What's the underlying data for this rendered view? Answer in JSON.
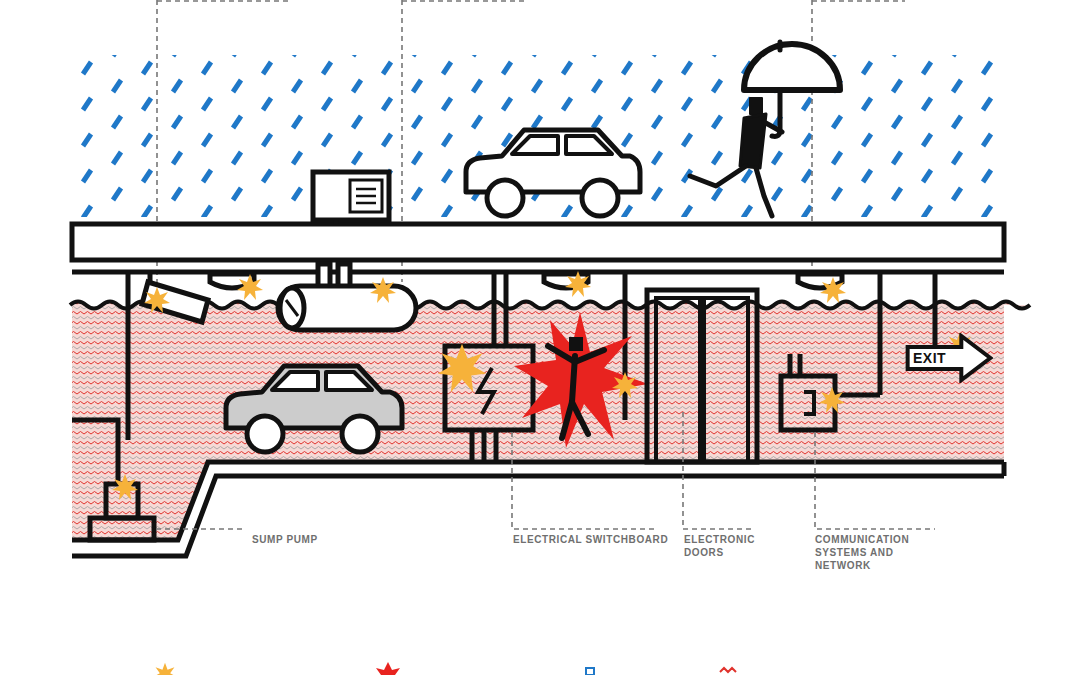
{
  "diagram": {
    "nodes": [
      {
        "text": [
          "EXIT"
        ]
      }
    ],
    "labels": [
      "SUMP PUMP",
      "ELECTRICAL SWITCHBOARD",
      "ELECTRONIC DOORS",
      "COMMUNICATION SYSTEMS AND NETWORK"
    ]
  }
}
